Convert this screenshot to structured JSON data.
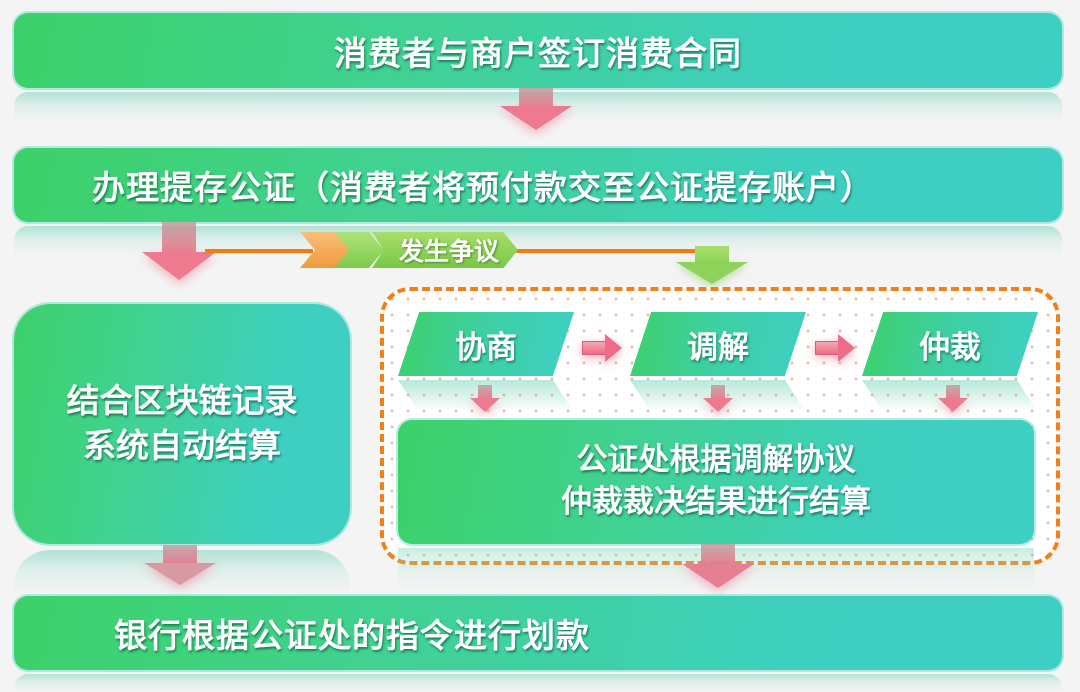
{
  "diagram": {
    "step1": {
      "label": "消费者与商户签订消费合同"
    },
    "step2": {
      "label": "办理提存公证（消费者将预付款交至公证提存账户）"
    },
    "branch_normal": {
      "label_line1": "结合区块链记录",
      "label_line2": "系统自动结算"
    },
    "dispute": {
      "label": "发生争议",
      "stages": [
        {
          "label": "协商"
        },
        {
          "label": "调解"
        },
        {
          "label": "仲裁"
        }
      ],
      "result": {
        "label_line1": "公证处根据调解协议",
        "label_line2": "仲裁裁决结果进行结算"
      }
    },
    "final_step": {
      "label": "银行根据公证处的指令进行划款"
    }
  },
  "colors": {
    "box_gradient_start": "#3dd16a",
    "box_gradient_end": "#3ecfc4",
    "arrow_pink": "#ec6d85",
    "arrow_green": "#8ed25a",
    "dispute_line_orange": "#f07c14",
    "dashed_border": "#f47f16",
    "background": "#f4f4f4"
  }
}
